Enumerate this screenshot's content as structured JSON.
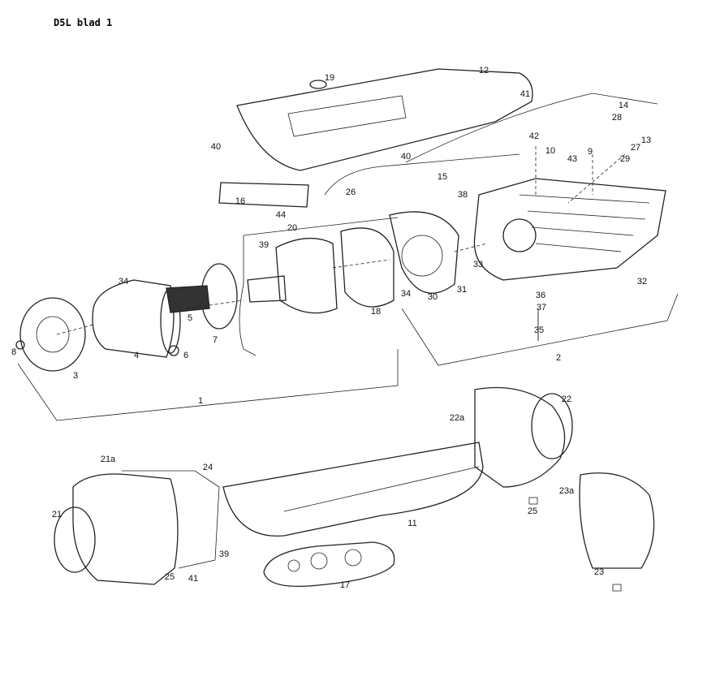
{
  "title": "D5L  blad 1",
  "labels": [
    "19",
    "12",
    "41",
    "14",
    "28",
    "42",
    "10",
    "13",
    "9",
    "27",
    "43",
    "29",
    "40",
    "40",
    "15",
    "38",
    "16",
    "26",
    "44",
    "20",
    "39",
    "34",
    "33",
    "32",
    "36",
    "37",
    "5",
    "18",
    "30",
    "31",
    "34",
    "7",
    "4",
    "6",
    "8",
    "3",
    "35",
    "2",
    "1",
    "22",
    "22a",
    "21a",
    "24",
    "25",
    "23a",
    "11",
    "21",
    "39",
    "25",
    "41",
    "17",
    "23"
  ]
}
